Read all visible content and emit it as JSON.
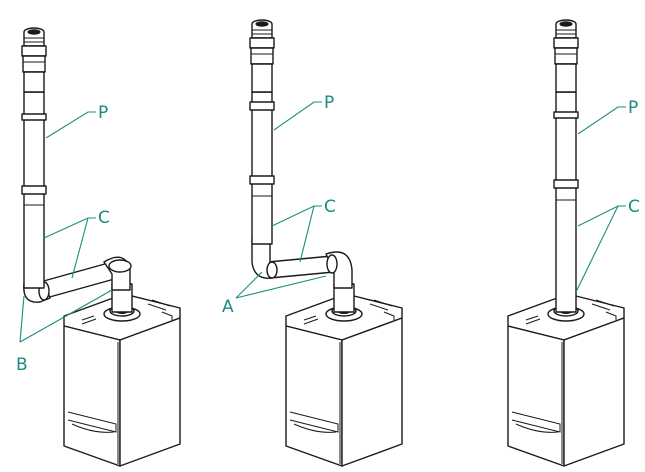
{
  "accent_color": "#1a8c7f",
  "figures": [
    {
      "name": "boiler-with-offset-flue",
      "labels": {
        "p": "P",
        "c": "C",
        "b": "B"
      }
    },
    {
      "name": "boiler-with-elbow-flue",
      "labels": {
        "p": "P",
        "c": "C",
        "a": "A"
      }
    },
    {
      "name": "boiler-with-straight-flue",
      "labels": {
        "p": "P",
        "c": "C"
      }
    }
  ]
}
